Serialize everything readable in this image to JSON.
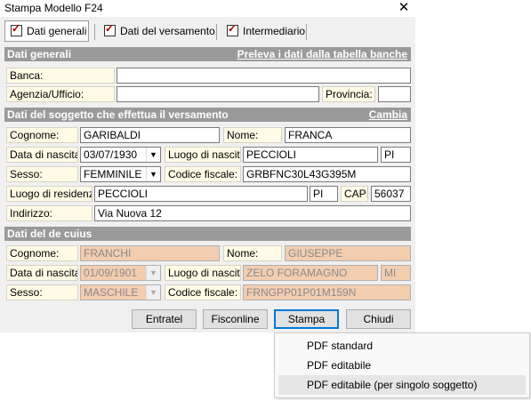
{
  "window": {
    "title": "Stampa Modello F24",
    "close": "✕"
  },
  "tabs": [
    {
      "label": "Dati generali",
      "checked": true,
      "active": true
    },
    {
      "label": "Dati del versamento",
      "checked": true,
      "active": false
    },
    {
      "label": "Intermediario",
      "checked": true,
      "active": false
    }
  ],
  "dati_generali": {
    "header": "Dati generali",
    "link": "Preleva i dati dalla tabella banche",
    "banca_label": "Banca:",
    "banca_value": "",
    "agenzia_label": "Agenzia/Ufficio:",
    "agenzia_value": "",
    "provincia_label": "Provincia:",
    "provincia_value": ""
  },
  "soggetto": {
    "header": "Dati del soggetto che effettua il versamento",
    "link": "Cambia",
    "cognome_label": "Cognome:",
    "cognome": "GARIBALDI",
    "nome_label": "Nome:",
    "nome": "FRANCA",
    "nascita_label": "Data di nascita:",
    "nascita": "03/07/1930",
    "luogo_nascita_label": "Luogo di nascita:",
    "luogo_nascita": "PECCIOLI",
    "prov_nascita": "PI",
    "sesso_label": "Sesso:",
    "sesso": "FEMMINILE",
    "cf_label": "Codice fiscale:",
    "cf": "GRBFNC30L43G395M",
    "residenza_label": "Luogo di residenza:",
    "residenza": "PECCIOLI",
    "prov_residenza": "PI",
    "cap_label": "CAP:",
    "cap": "56037",
    "indirizzo_label": "Indirizzo:",
    "indirizzo": "Via Nuova 12"
  },
  "de_cuius": {
    "header": "Dati del de cuius",
    "cognome_label": "Cognome:",
    "cognome": "FRANCHI",
    "nome_label": "Nome:",
    "nome": "GIUSEPPE",
    "nascita_label": "Data di nascita:",
    "nascita": "01/09/1901",
    "luogo_nascita_label": "Luogo di nascita:",
    "luogo_nascita": "ZELO FORAMAGNO",
    "prov_nascita": "MI",
    "sesso_label": "Sesso:",
    "sesso": "MASCHILE",
    "cf_label": "Codice fiscale:",
    "cf": "FRNGPP01P01M159N"
  },
  "buttons": {
    "entratel": "Entratel",
    "fisconline": "Fisconline",
    "stampa": "Stampa",
    "chiudi": "Chiudi"
  },
  "menu": {
    "items": [
      "PDF standard",
      "PDF editabile",
      "PDF editabile (per singolo soggetto)"
    ],
    "hovered_index": 2
  },
  "colors": {
    "section_header": "#9a9a9a",
    "label_bg": "#fffbe6",
    "readonly_bg": "#f3cdb0",
    "check_color": "#aa0000"
  },
  "icons": {
    "close": "close-icon",
    "tab_check": "checkbox-checked-icon",
    "combo": "chevron-down-icon"
  }
}
